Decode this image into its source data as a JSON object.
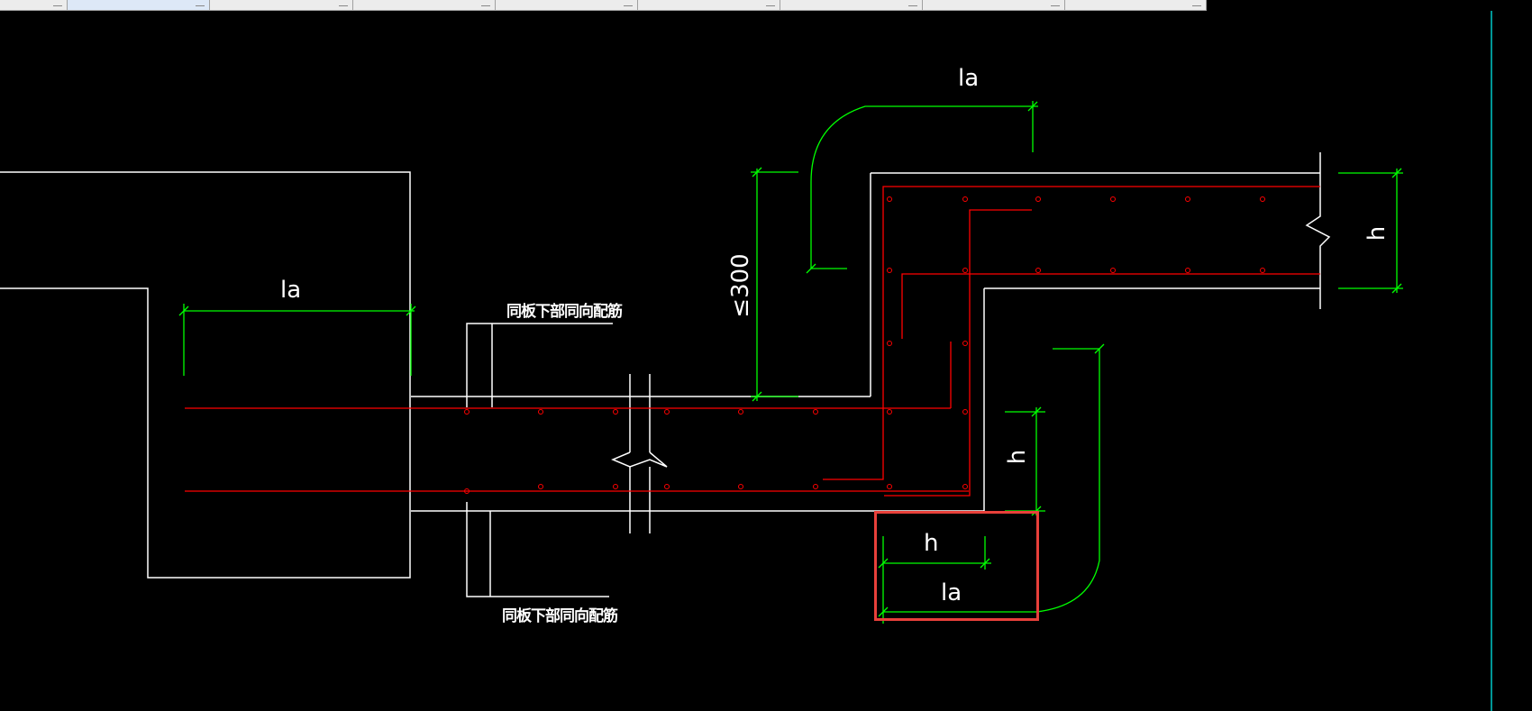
{
  "tabs": [
    {
      "active": false
    },
    {
      "active": true
    },
    {
      "active": false
    },
    {
      "active": false
    },
    {
      "active": false
    },
    {
      "active": false
    },
    {
      "active": false
    },
    {
      "active": false
    },
    {
      "active": false
    }
  ],
  "drawing": {
    "label_la_left": "la",
    "label_la_top": "la",
    "label_la_box": "la",
    "label_h_box": "h",
    "label_h_right": "h",
    "label_h_mid": "h",
    "label_max_300": "≤300",
    "note_top": "同板下部同向配筋",
    "note_bottom": "同板下部同向配筋"
  },
  "colors": {
    "background": "#000000",
    "outline": "#ffffff",
    "rebar": "#ff0000",
    "dimension": "#00ff00",
    "highlight": "#e8403a",
    "frame_edge": "#00c8c8"
  }
}
